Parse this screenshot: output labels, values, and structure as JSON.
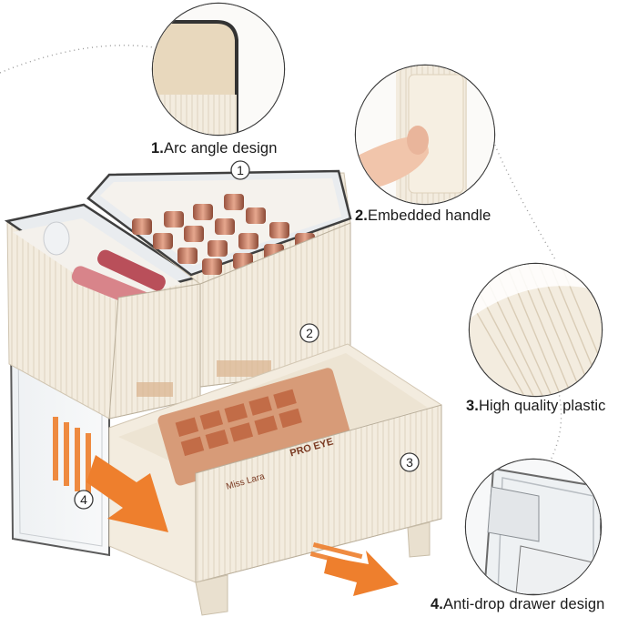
{
  "callouts": [
    {
      "num": "1.",
      "label": "Arc angle design"
    },
    {
      "num": "2.",
      "label": "Embedded handle"
    },
    {
      "num": "3.",
      "label": "High quality plastic"
    },
    {
      "num": "4.",
      "label": "Anti-drop drawer design"
    }
  ],
  "markers": [
    "1",
    "2",
    "3",
    "4"
  ],
  "palette_text": {
    "line1": "PRO EYE",
    "line2": "Miss Lara"
  },
  "colors": {
    "cream": "#f3ecdf",
    "cream_shadow": "#e2d8c6",
    "acrylic_edge": "#4a4a4a",
    "arrow_orange": "#ee7f2d",
    "lipstick": "#c8826a",
    "palette": "#d79b78"
  }
}
